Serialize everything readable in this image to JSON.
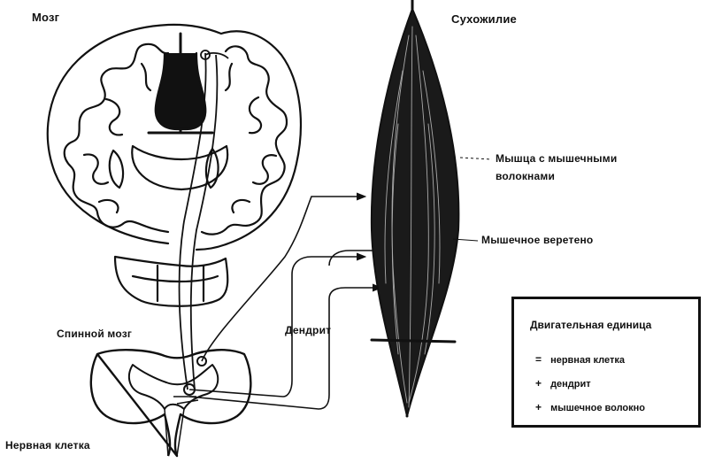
{
  "labels": {
    "brain": "Мозг",
    "tendon": "Сухожилие",
    "muscle_line1": "Мышца с мышечными",
    "muscle_line2": "волокнами",
    "spindle": "Мышечное веретено",
    "spinal_cord": "Спинной мозг",
    "dendrite": "Дендрит",
    "nerve_cell": "Нервная клетка"
  },
  "legend": {
    "title": "Двигательная единица",
    "items": [
      {
        "symbol": "=",
        "text": "нервная клетка"
      },
      {
        "symbol": "+",
        "text": "дендрит"
      },
      {
        "symbol": "+",
        "text": "мышечное волокно"
      }
    ]
  },
  "colors": {
    "ink": "#111111",
    "paper": "#ffffff"
  }
}
